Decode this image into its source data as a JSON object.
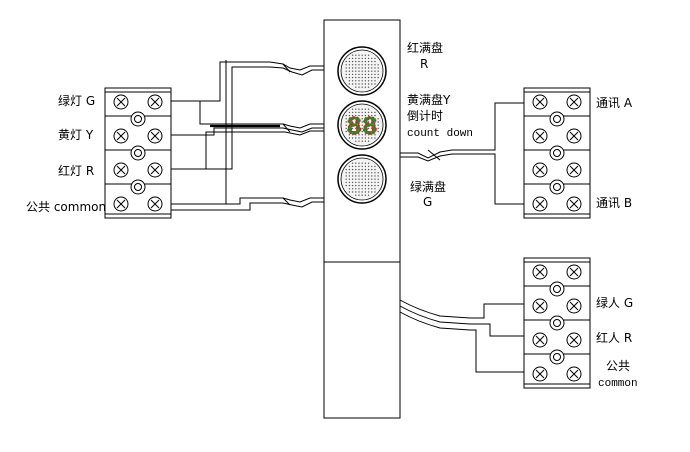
{
  "left_terminal": {
    "rows": [
      {
        "label": "绿灯 G"
      },
      {
        "label": "黄灯 Y"
      },
      {
        "label": "红灯 R"
      },
      {
        "label": "公共 common"
      }
    ]
  },
  "signal_head": {
    "red_disk": {
      "label_cn": "红满盘",
      "label_en": "R"
    },
    "yellow_disk": {
      "label_cn": "黄满盘Y",
      "label_cn2": "倒计时",
      "label_en": "count down",
      "digits": "88"
    },
    "green_disk": {
      "label_cn": "绿满盘",
      "label_en": "G"
    }
  },
  "right_top_terminal": {
    "labels": [
      "通讯 A",
      "通讯 B"
    ]
  },
  "right_bottom_terminal": {
    "labels": [
      "绿人 G",
      "红人 R"
    ],
    "common_cn": "公共",
    "common_en": "common"
  },
  "colors": {
    "line": "#000000",
    "digit_red": "#cc2222",
    "digit_green": "#2a8a2a"
  }
}
